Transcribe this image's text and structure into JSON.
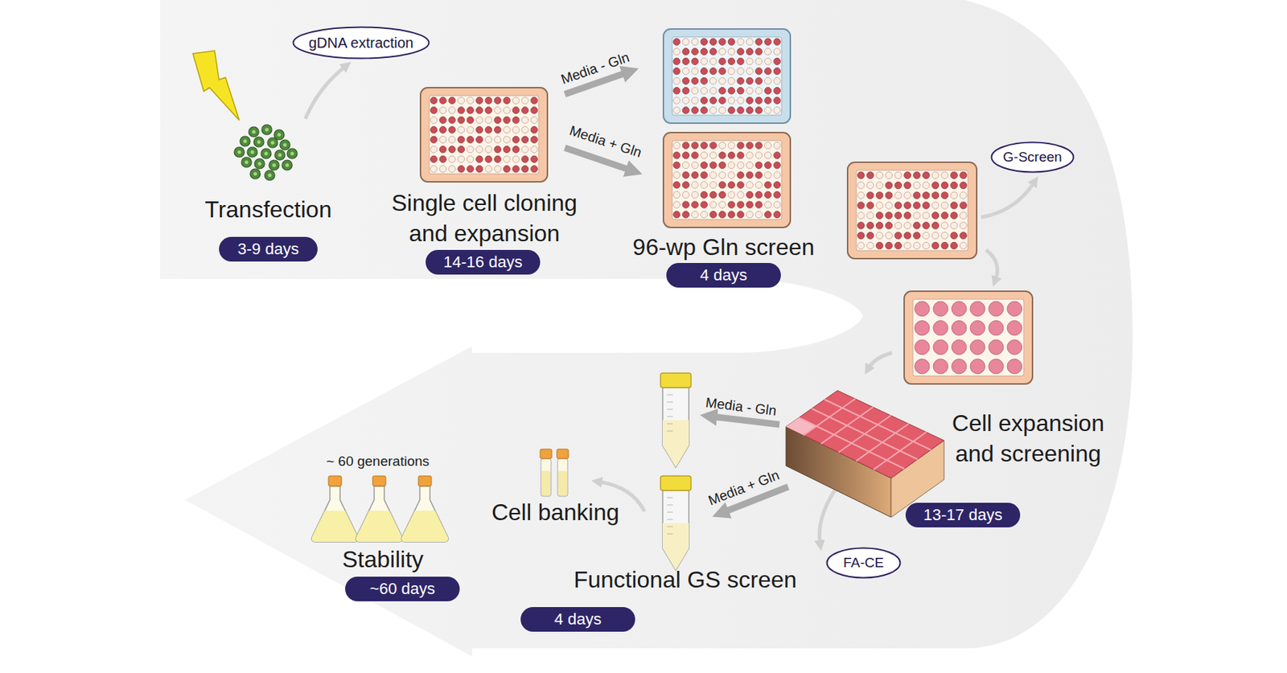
{
  "diagram": {
    "nodes": [
      {
        "text": [
          "gDNA extraction"
        ]
      },
      {
        "text": [
          "3-9 days"
        ]
      },
      {
        "text": [
          "14-16 days"
        ]
      },
      {
        "text": [
          "4 days"
        ]
      },
      {
        "text": [
          "G-Screen"
        ]
      },
      {
        "text": [
          "13-17 days"
        ]
      },
      {
        "text": [
          "FA-CE"
        ]
      },
      {
        "text": [
          "4 days"
        ]
      },
      {
        "text": [
          "~60 days"
        ]
      }
    ],
    "labels": [
      "Transfection",
      "Single cell cloning and expansion",
      "Media - Gln",
      "Media + Gln",
      "96-wp Gln screen",
      "Cell expansion and screening",
      "Media - Gln",
      "Media + Gln",
      "Cell banking",
      "Functional GS screen",
      "~ 60 generations",
      "Stability"
    ]
  }
}
